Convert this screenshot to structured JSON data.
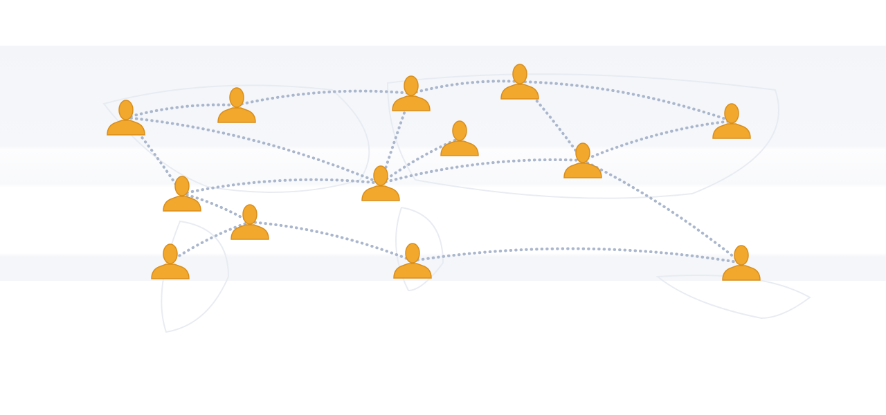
{
  "colors": {
    "person": "#f2a82c",
    "person_shade": "#d98e1c",
    "link": "#a9b6cc",
    "background": "#f4f6f9"
  },
  "network": {
    "node_icon": "person-icon",
    "node_count": 13,
    "edges": [
      [
        0,
        1
      ],
      [
        1,
        2
      ],
      [
        2,
        3
      ],
      [
        3,
        4
      ],
      [
        0,
        7
      ],
      [
        0,
        8
      ],
      [
        2,
        7
      ],
      [
        8,
        7
      ],
      [
        8,
        9
      ],
      [
        9,
        10
      ],
      [
        9,
        11
      ],
      [
        11,
        12
      ],
      [
        7,
        6
      ],
      [
        6,
        4
      ],
      [
        6,
        12
      ],
      [
        3,
        6
      ],
      [
        5,
        7
      ]
    ]
  }
}
